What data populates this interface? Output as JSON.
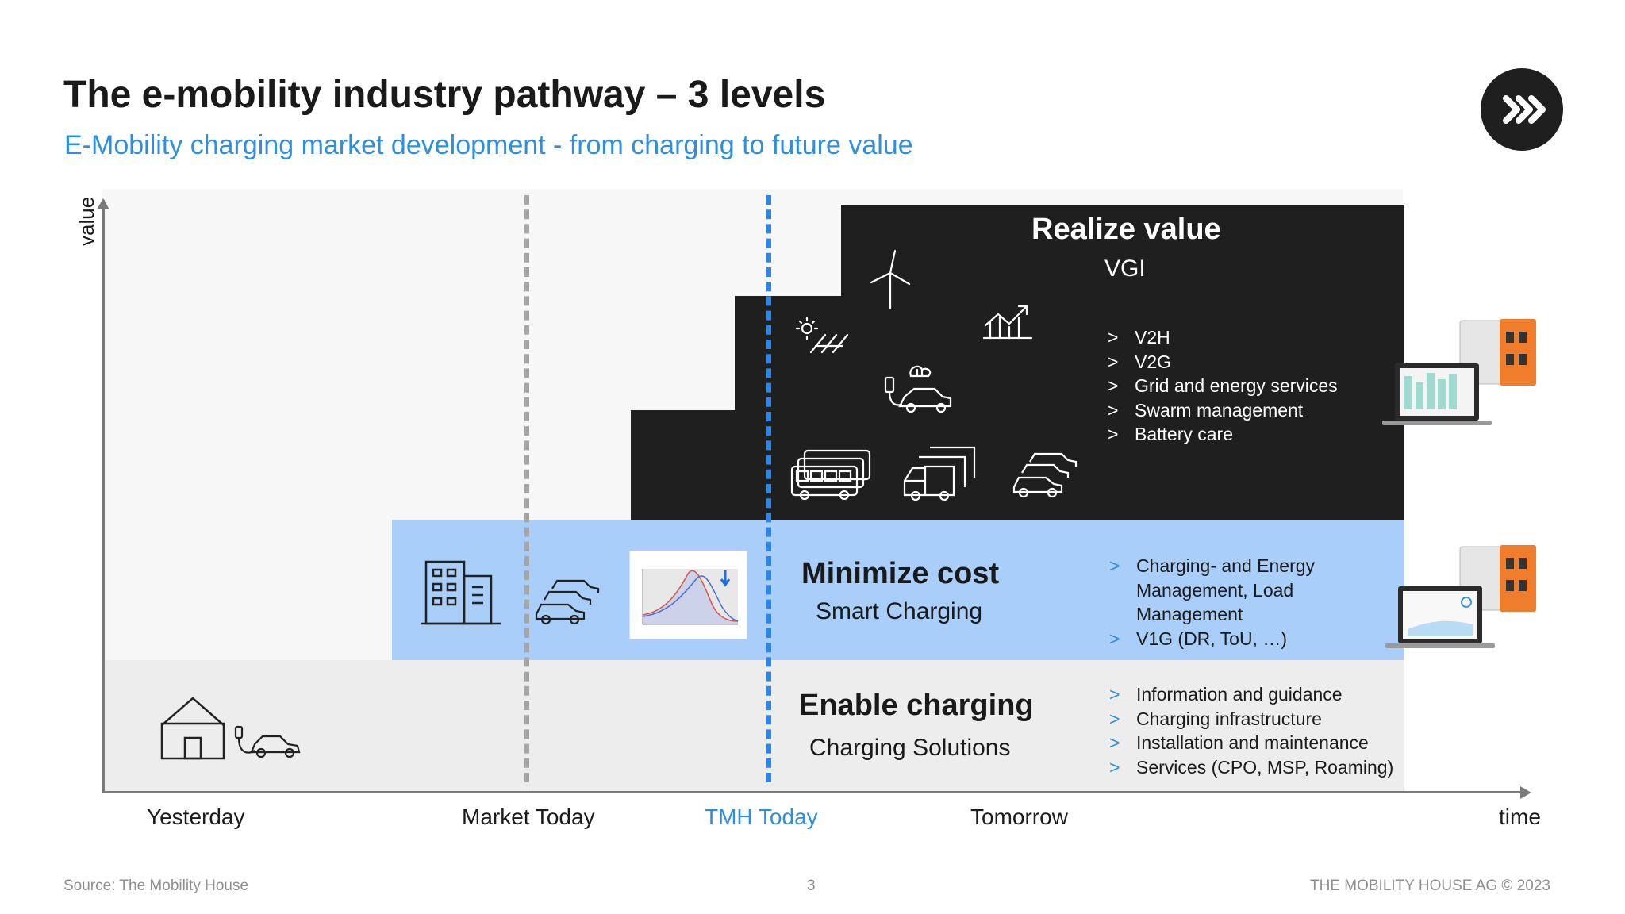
{
  "header": {
    "title": "The e-mobility industry pathway – 3 levels",
    "subtitle": "E-Mobility charging market development - from charging to future value",
    "logo_icon": "triple-chevron-logo-icon"
  },
  "axes": {
    "y_label": "value",
    "x_labels": {
      "yesterday": "Yesterday",
      "market_today": "Market Today",
      "tmh_today": "TMH Today",
      "tomorrow": "Tomorrow",
      "time": "time"
    }
  },
  "levels": {
    "realize": {
      "title": "Realize value",
      "subtitle": "VGI",
      "bullets": [
        "V2H",
        "V2G",
        "Grid and energy services",
        "Swarm management",
        "Battery care"
      ]
    },
    "minimize": {
      "title": "Minimize cost",
      "subtitle": "Smart Charging",
      "bullets": [
        "Charging- and Energy Management, Load Management",
        "V1G (DR, ToU, …)"
      ]
    },
    "enable": {
      "title": "Enable charging",
      "subtitle": "Charging Solutions",
      "bullets": [
        "Information and guidance",
        "Charging infrastructure",
        "Installation and maintenance",
        "Services (CPO, MSP, Roaming)"
      ]
    }
  },
  "colors": {
    "accent_blue": "#2d8fe0",
    "minimize_band": "#a8cef9",
    "realize_block": "#1f1f1f",
    "enable_band": "#ededed",
    "market_marker": "#a6a6a6",
    "tmh_marker": "#2a86e8"
  },
  "footer": {
    "source": "Source: The Mobility House",
    "page": "3",
    "copyright": "THE MOBILITY HOUSE AG © 2023"
  }
}
